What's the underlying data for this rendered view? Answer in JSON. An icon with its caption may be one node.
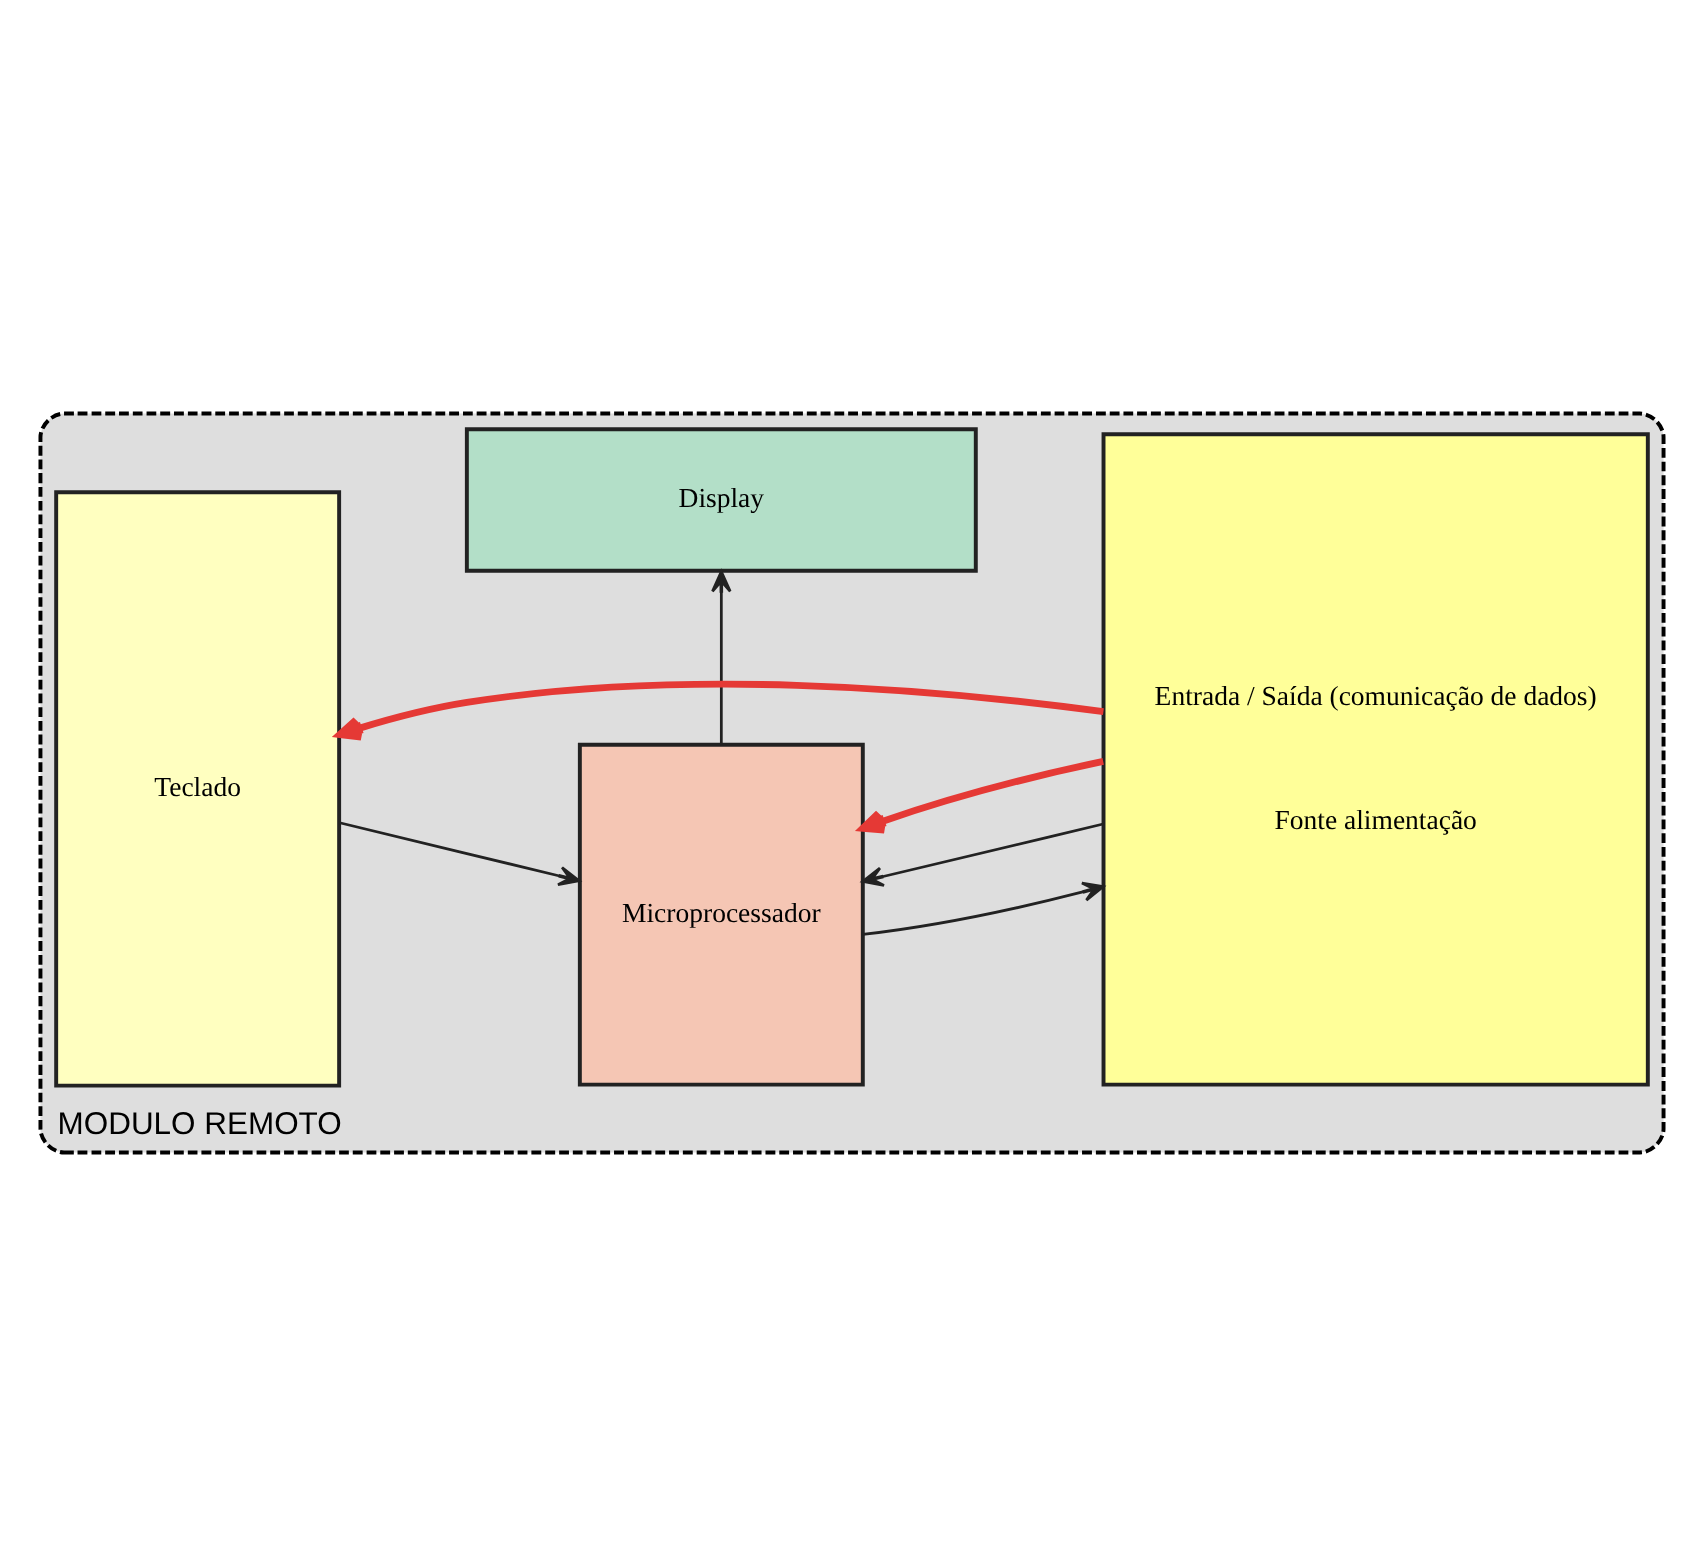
{
  "diagram": {
    "nodes": [
      {
        "text": [
          "MODULO REMOTO"
        ]
      },
      {
        "text": [
          "Display"
        ],
        "in": 0
      },
      {
        "text": [
          "Teclado"
        ],
        "in": 0
      },
      {
        "text": [
          "Microprocessador"
        ],
        "in": 0
      },
      {
        "text": [
          "Entrada / Saída (comunicação de dados)",
          "Fonte alimentação"
        ],
        "in": 0
      }
    ],
    "edges": [
      {
        "from": 3,
        "to": 1,
        "arrow": "to"
      },
      {
        "from": 2,
        "to": 3,
        "arrow": "to"
      },
      {
        "from": 4,
        "to": 3,
        "arrow": "to"
      },
      {
        "from": 3,
        "to": 4,
        "arrow": "to"
      },
      {
        "from": 4,
        "to": 2,
        "arrow": "to",
        "style": "thick",
        "color": "#e53935"
      },
      {
        "from": 4,
        "to": 3,
        "arrow": "to",
        "style": "thick",
        "color": "#e53935"
      }
    ]
  }
}
